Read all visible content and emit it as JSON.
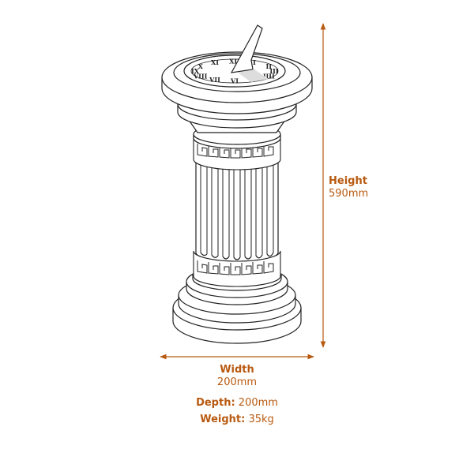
{
  "dimensions": {
    "height": {
      "label": "Height",
      "value": "590mm"
    },
    "width": {
      "label": "Width",
      "value": "200mm"
    },
    "depth": {
      "label": "Depth:",
      "value": "200mm"
    },
    "weight": {
      "label": "Weight:",
      "value": "35kg"
    }
  },
  "dial_numerals": [
    "XII",
    "I",
    "II",
    "III",
    "IIII",
    "V",
    "VI",
    "VII",
    "VIII",
    "IX",
    "X",
    "XI"
  ],
  "colors": {
    "accent": "#b85a10",
    "line": "#222222",
    "fill": "#ffffff"
  }
}
